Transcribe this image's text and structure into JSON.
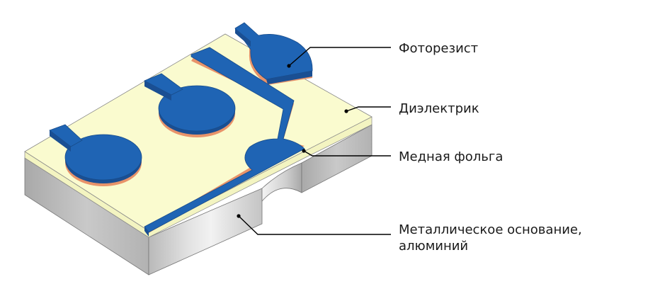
{
  "diagram": {
    "labels": {
      "photoresist": "Фоторезист",
      "dielectric": "Диэлектрик",
      "copper_foil": "Медная фольга",
      "base_line1": "Металлическое основание,",
      "base_line2": "алюминий"
    },
    "colors": {
      "photoresist": "#1f64b4",
      "dielectric": "#fafbcf",
      "copper": "#e8936a",
      "aluminum_front": "#d2d2d2",
      "aluminum_side": "#bcbcbc",
      "leader_line": "#000000"
    }
  }
}
